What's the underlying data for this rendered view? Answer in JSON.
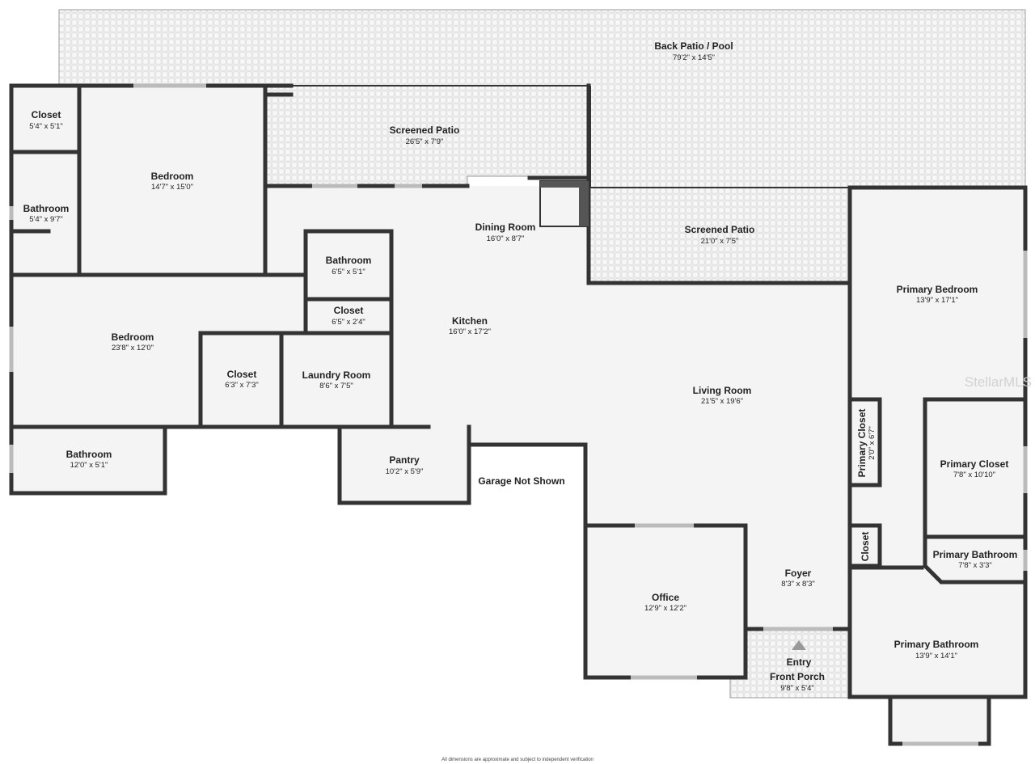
{
  "colors": {
    "wall": "#333333",
    "floor": "#f4f4f4",
    "paver": "#ececec",
    "window": "#bbbbbb",
    "watermark": "#d2d2d2"
  },
  "rooms": {
    "back_patio": {
      "name": "Back Patio / Pool",
      "dim": "79'2\" x 14'5\""
    },
    "closet_nw": {
      "name": "Closet",
      "dim": "5'4\" x 5'1\""
    },
    "bedroom_nw": {
      "name": "Bedroom",
      "dim": "14'7\" x 15'0\""
    },
    "bathroom_nw": {
      "name": "Bathroom",
      "dim": "5'4\" x 9'7\""
    },
    "screened_patio_1": {
      "name": "Screened Patio",
      "dim": "26'5\" x 7'9\""
    },
    "screened_patio_2": {
      "name": "Screened Patio",
      "dim": "21'0\" x 7'5\""
    },
    "dining_room": {
      "name": "Dining Room",
      "dim": "16'0\" x 8'7\""
    },
    "bathroom_mid": {
      "name": "Bathroom",
      "dim": "6'5\" x 5'1\""
    },
    "closet_mid": {
      "name": "Closet",
      "dim": "6'5\" x 2'4\""
    },
    "kitchen": {
      "name": "Kitchen",
      "dim": "16'0\" x 17'2\""
    },
    "bedroom_w": {
      "name": "Bedroom",
      "dim": "23'8\" x 12'0\""
    },
    "closet_w": {
      "name": "Closet",
      "dim": "6'3\" x 7'3\""
    },
    "laundry": {
      "name": "Laundry Room",
      "dim": "8'6\" x 7'5\""
    },
    "bathroom_sw": {
      "name": "Bathroom",
      "dim": "12'0\" x 5'1\""
    },
    "pantry": {
      "name": "Pantry",
      "dim": "10'2\" x 5'9\""
    },
    "garage_note": {
      "name": "Garage Not Shown"
    },
    "living_room": {
      "name": "Living Room",
      "dim": "21'5\" x 19'6\""
    },
    "primary_bedroom": {
      "name": "Primary Bedroom",
      "dim": "13'9\" x 17'1\""
    },
    "primary_closet_small": {
      "name": "Primary Closet",
      "dim": "2'0\" x 6'7\""
    },
    "primary_closet": {
      "name": "Primary Closet",
      "dim": "7'8\" x 10'10\""
    },
    "closet_e": {
      "name": "Closet"
    },
    "primary_bathroom_small": {
      "name": "Primary Bathroom",
      "dim": "7'8\" x 3'3\""
    },
    "foyer": {
      "name": "Foyer",
      "dim": "8'3\" x 8'3\""
    },
    "office": {
      "name": "Office",
      "dim": "12'9\" x 12'2\""
    },
    "entry": {
      "name": "Entry"
    },
    "front_porch": {
      "name": "Front Porch",
      "dim": "9'8\" x 5'4\""
    },
    "primary_bathroom": {
      "name": "Primary Bathroom",
      "dim": "13'9\" x 14'1\""
    }
  },
  "watermark": "StellarMLS",
  "footer": "All dimensions are approximate and subject to independent verification"
}
